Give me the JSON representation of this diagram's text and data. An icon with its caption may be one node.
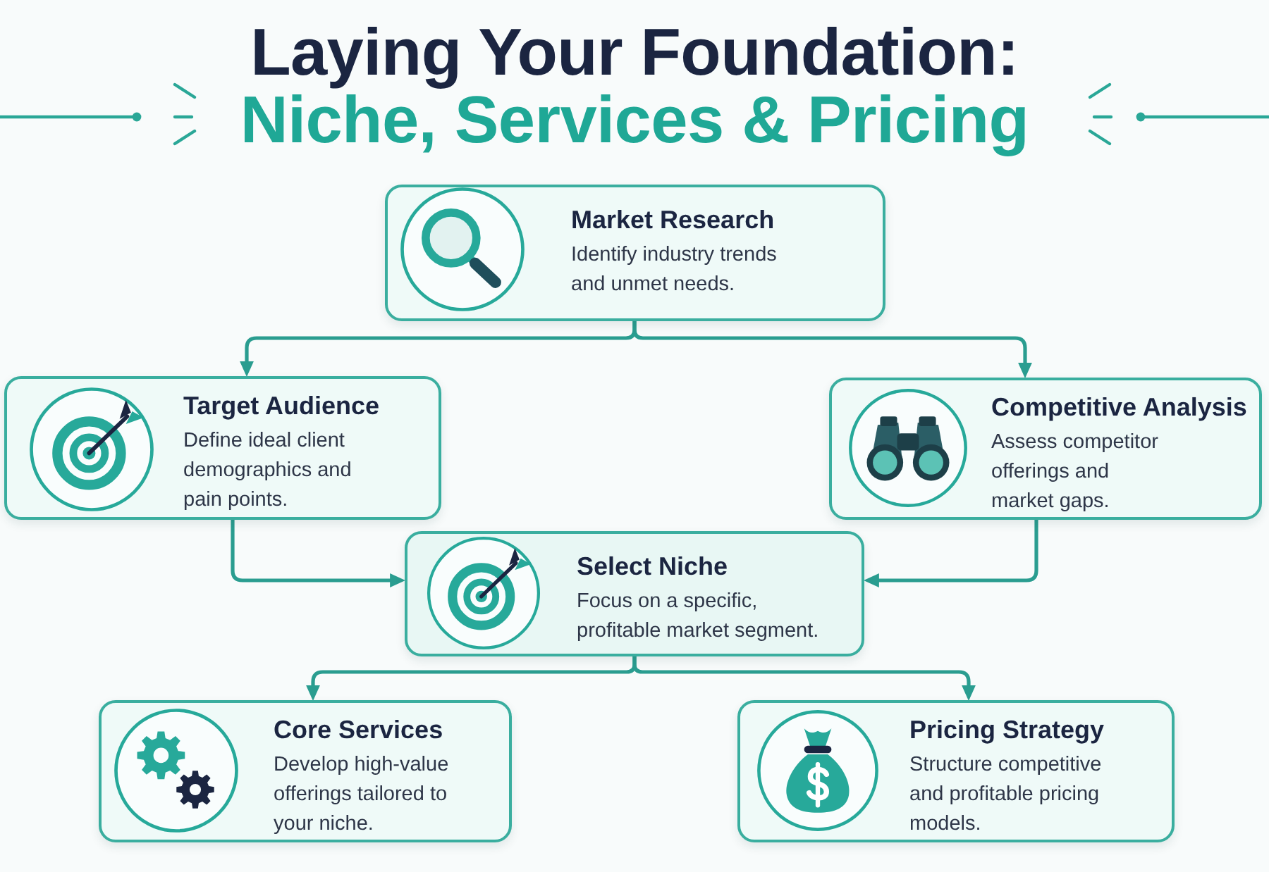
{
  "diagram": {
    "title": "Laying Your Foundation: Niche, Services & Pricing",
    "nodes": [
      {
        "text": [
          "Market Research",
          "Identify industry trends and unmet needs."
        ]
      },
      {
        "text": [
          "Target Audience",
          "Define ideal client demographics and pain points."
        ]
      },
      {
        "text": [
          "Competitive Analysis",
          "Assess competitor offerings and market gaps."
        ]
      },
      {
        "text": [
          "Select Niche",
          "Focus on a specific, profitable market segment."
        ]
      },
      {
        "text": [
          "Core Services",
          "Develop high-value offerings tailored to your niche."
        ]
      },
      {
        "text": [
          "Pricing Strategy",
          "Structure competitive and profitable pricing models."
        ]
      }
    ],
    "edges": [
      {
        "from": 0,
        "to": 1,
        "arrow": "to"
      },
      {
        "from": 0,
        "to": 2,
        "arrow": "to"
      },
      {
        "from": 1,
        "to": 3,
        "arrow": "to"
      },
      {
        "from": 2,
        "to": 3,
        "arrow": "to"
      },
      {
        "from": 3,
        "to": 4,
        "arrow": "to"
      },
      {
        "from": 3,
        "to": 5,
        "arrow": "to"
      }
    ]
  }
}
